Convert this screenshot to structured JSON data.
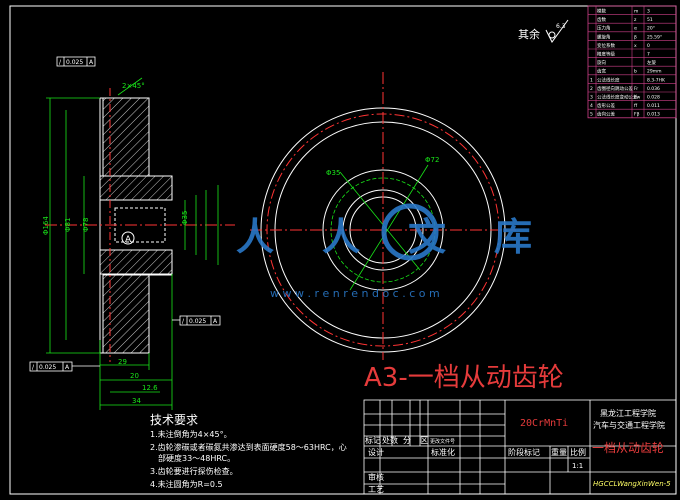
{
  "surface_symbol_note": "其余",
  "roughness_value": "6.3",
  "big_title": "A3-一档从动齿轮",
  "watermark_text": "人人文库",
  "watermark_url": "w w w . r e n r e n d o c . c o m",
  "tech_requirements": {
    "heading": "技术要求",
    "items": [
      "1.未注倒角为4×45°。",
      "2.齿轮渗碳或者碳氮共渗达到表面硬度58～63HRC，心",
      "部硬度33～48HRC。",
      "3.齿轮要进行探伤检查。",
      "4.未注圆角为R=0.5"
    ]
  },
  "title_block": {
    "material": "20CrMnTi",
    "school_line1": "黑龙江工程学院",
    "school_line2": "汽车与交通工程学院",
    "part_name": "一档从动齿轮",
    "drawing_code": "HGCCLWangXinWen-5",
    "scale": "1:1",
    "row_labels": [
      "标记",
      "处数",
      "分",
      "区",
      "更改文件号",
      "设计",
      "标准化",
      "审核",
      "工艺"
    ],
    "stage_labels": [
      "阶段标记",
      "重量",
      "比例"
    ]
  },
  "params_table": {
    "rows": [
      [
        "模数",
        "m",
        "3"
      ],
      [
        "齿数",
        "z",
        "51"
      ],
      [
        "压力角",
        "α",
        "20°"
      ],
      [
        "螺旋角",
        "β",
        "25.59°"
      ],
      [
        "变位系数",
        "x",
        "0"
      ],
      [
        "精度等级",
        "",
        "7"
      ],
      [
        "旋向",
        "",
        "左旋"
      ],
      [
        "齿宽",
        "b",
        "29mm"
      ],
      [
        "公法线长度",
        "",
        "8.3-7HK"
      ],
      [
        "齿圈径向跳动公差",
        "Fr",
        "0.036"
      ],
      [
        "公法线长度变动公差",
        "Fw",
        "0.028"
      ],
      [
        "齿形公差",
        "ff",
        "0.011"
      ],
      [
        "齿向公差",
        "Fβ",
        "0.013"
      ]
    ],
    "row_numbers": [
      "1",
      "2",
      "3",
      "4",
      "5"
    ]
  },
  "dims": {
    "tol1": "0.025",
    "datum": "A",
    "tol2": "0.025",
    "tol3": "0.025",
    "chamfer": "2×45°",
    "bore1": "Φ35",
    "bore2": "Φ72",
    "len1": "29",
    "len2": "12.6",
    "len3": "34",
    "len4": "20",
    "dia_outer": "Φ164",
    "dia_2": "Φ81",
    "dia_3": "Φ78"
  },
  "colors": {
    "frame": "#ffffff",
    "dim": "#19e619",
    "outline": "#ffffff",
    "center": "#ff3333",
    "watermark": "#2a78c8",
    "title_red": "#e53b3b",
    "table": "#d0408a",
    "text_yellow": "#ffff66"
  }
}
